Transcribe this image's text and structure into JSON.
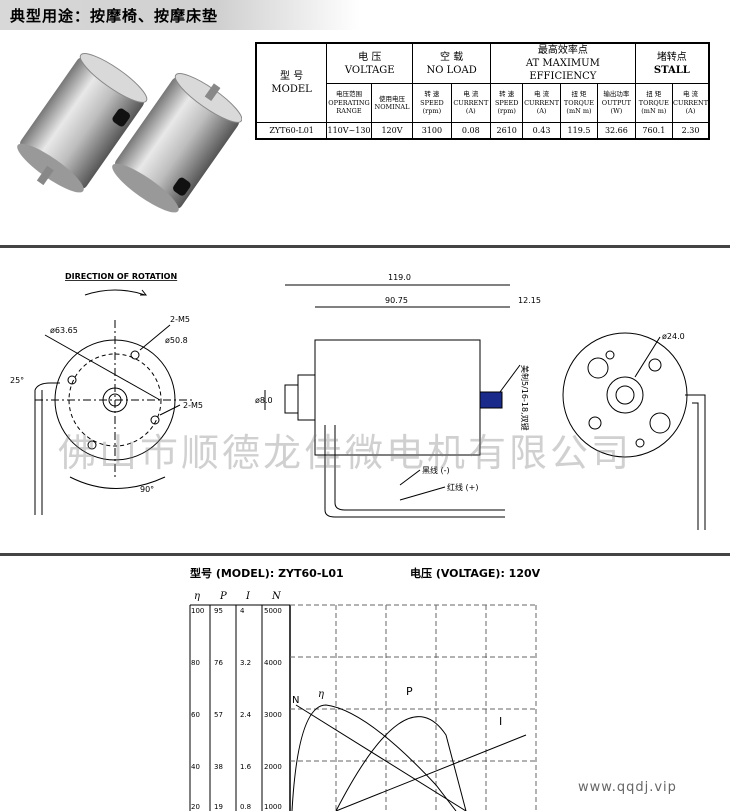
{
  "header": {
    "title": "典型用途：按摩椅、按摩床垫"
  },
  "spec_table": {
    "model_cn": "型 号",
    "model_en": "MODEL",
    "voltage_cn": "电 压",
    "voltage_en": "VOLTAGE",
    "noload_cn": "空 载",
    "noload_en": "NO LOAD",
    "eff_cn": "最高效率点",
    "eff_en": "AT MAXIMUM EFFICIENCY",
    "stall_cn": "堵转点",
    "stall_en": "STALL",
    "sub": {
      "op_range": "电压范围\nOPERATING\nRANGE",
      "nominal": "使用电压\nNOMINAL",
      "nl_speed": "转 速\nSPEED\n(rpm)",
      "nl_current": "电 流\nCURRENT\n(A)",
      "me_speed": "转 速\nSPEED\n(rpm)",
      "me_current": "电 流\nCURRENT\n(A)",
      "me_torque": "扭 矩\nTORQUE\n(mN m)",
      "me_output": "输出功率\nOUTPUT\n(W)",
      "st_torque": "扭 矩\nTORQUE\n(mN m)",
      "st_current": "电 流\nCURRENT\n(A)"
    },
    "row": [
      "ZYT60-L01",
      "110V~130",
      "120V",
      "3100",
      "0.08",
      "2610",
      "0.43",
      "119.5",
      "32.66",
      "760.1",
      "2.30"
    ]
  },
  "drawing": {
    "rotation_label": "DIRECTION OF ROTATION",
    "d_outer": "ø63.65",
    "d_bolt": "ø50.8",
    "m5_a": "2-M5",
    "m5_b": "2-M5",
    "angle_25": "25°",
    "angle_90": "90°",
    "len_total": "119.0",
    "len_body": "90.75",
    "len_shaft": "12.15",
    "shaft_dia": "ø8.0",
    "wire_black": "黑线 (-)",
    "wire_red": "红线 (+)",
    "thread": "美制5/16-18,双键",
    "d_boss": "ø24.0"
  },
  "watermark": {
    "main": "佛山市顺德龙佳微电机有限公司",
    "site": "www.qqdj.vip"
  },
  "graph": {
    "model_label": "型号 (MODEL): ZYT60-L01",
    "voltage_label": "电压 (VOLTAGE): 120V",
    "col_headers": [
      "η",
      "P",
      "I",
      "N"
    ],
    "rows": [
      [
        "100",
        "95",
        "4",
        "5000"
      ],
      [
        "80",
        "76",
        "3.2",
        "4000"
      ],
      [
        "60",
        "57",
        "2.4",
        "3000"
      ],
      [
        "40",
        "38",
        "1.6",
        "2000"
      ],
      [
        "20",
        "19",
        "0.8",
        "1000"
      ]
    ],
    "curve_labels": {
      "N": "N",
      "eta": "η",
      "P": "P",
      "I": "I"
    }
  }
}
